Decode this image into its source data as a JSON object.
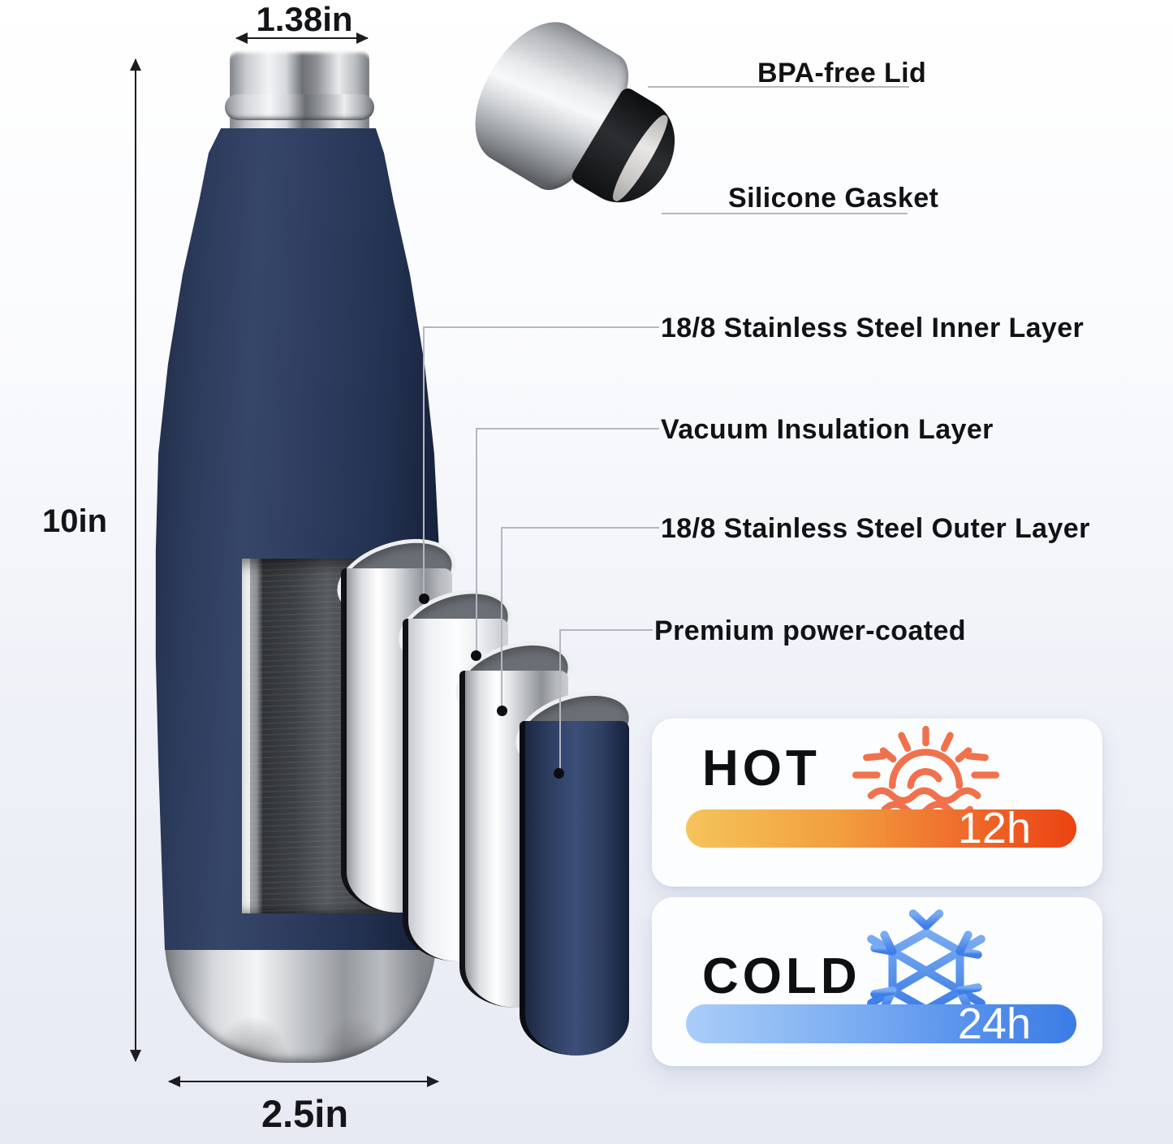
{
  "title": "Insulated bottle construction diagram",
  "dimensions": {
    "mouth_width": "1.38in",
    "bottle_height": "10in",
    "base_width": "2.5in"
  },
  "lid": {
    "lid_label": "BPA-free Lid",
    "gasket_label": "Silicone Gasket"
  },
  "layers": [
    "18/8 Stainless Steel Inner Layer",
    "Vacuum Insulation Layer",
    "18/8 Stainless Steel Outer Layer",
    "Premium power-coated"
  ],
  "cards": {
    "hot": {
      "title": "HOT",
      "duration": "12h",
      "icon": "sun-icon",
      "bar_gradient": [
        "#F5C45A",
        "#EC4312"
      ],
      "accent": "#F1714D"
    },
    "cold": {
      "title": "COLD",
      "duration": "24h",
      "icon": "snowflake-icon",
      "bar_gradient": [
        "#AACDF8",
        "#3B7CE6"
      ],
      "accent": "#4C8BE8"
    }
  },
  "colors": {
    "bottle_navy": "#2c3a5a",
    "background_bottom": "#e7eaf3",
    "steel": "#d6d9dc"
  }
}
